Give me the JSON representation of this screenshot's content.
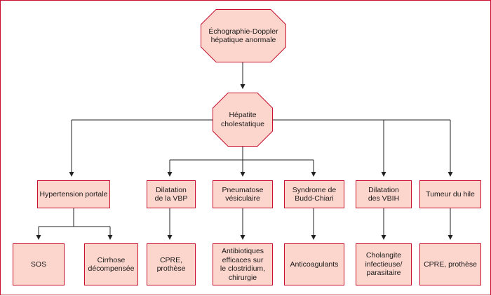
{
  "nodes": {
    "root": "Échographie-Doppler\nhépatique anormale",
    "cholestatic": "Hépatite\ncholestatique",
    "portal_hypertension": "Hypertension portale",
    "vbp_dilatation": "Dilatation\nde la VBP",
    "pneumatosis": "Pneumatose\nvésiculaire",
    "budd_chiari": "Syndrome de\nBudd-Chiari",
    "vbih_dilatation": "Dilatation\ndes VBIH",
    "hilum_tumor": "Tumeur du hile",
    "sos": "SOS",
    "cirrhosis": "Cirrhose\ndécompensée",
    "cpre_prothesis_1": "CPRE,\nprothèse",
    "antibiotics": "Antibiotiques\nefficaces sur\nle clostridium,\nchirurgie",
    "anticoagulants": "Anticoagulants",
    "cholangitis": "Cholangite\ninfectieuse/\nparasitaire",
    "cpre_prothesis_2": "CPRE, prothèse"
  },
  "colors": {
    "fill": "#fcd5cc",
    "stroke": "#c8102e",
    "line": "#222222",
    "frame": "#c8102e"
  }
}
